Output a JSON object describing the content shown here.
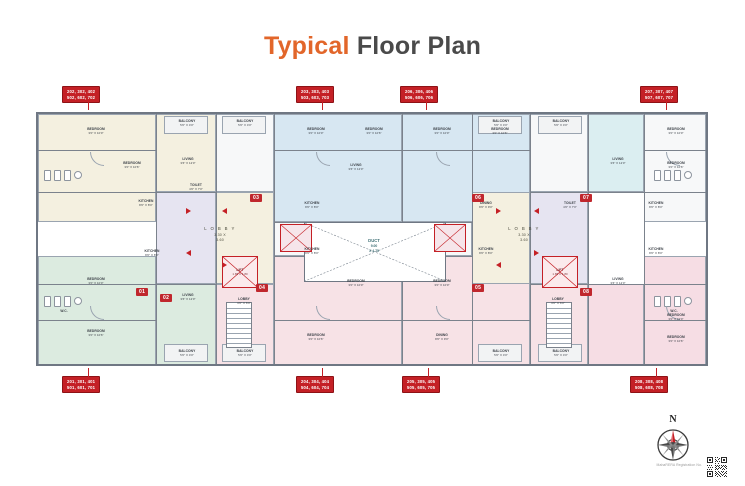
{
  "page": {
    "title_part1": "Typical",
    "title_part2": "Floor Plan",
    "accent_color": "#e2662a",
    "title_color": "#4a4a4a",
    "plate_color": "#c42026"
  },
  "flat_plates": [
    {
      "id": "plate-top-left",
      "line1": "202, 302, 402",
      "line2": "502, 602, 702"
    },
    {
      "id": "plate-top-midleft",
      "line1": "203, 303, 403",
      "line2": "503, 603, 703"
    },
    {
      "id": "plate-top-midright",
      "line1": "206, 306, 406",
      "line2": "506, 606, 706"
    },
    {
      "id": "plate-top-right",
      "line1": "207, 307, 407",
      "line2": "507, 607, 707"
    },
    {
      "id": "plate-bottom-left",
      "line1": "201, 301, 401",
      "line2": "501, 601, 701"
    },
    {
      "id": "plate-bottom-midleft",
      "line1": "204, 304, 404",
      "line2": "504, 604, 704"
    },
    {
      "id": "plate-bottom-midright",
      "line1": "205, 305, 405",
      "line2": "505, 605, 705"
    },
    {
      "id": "plate-bottom-right",
      "line1": "208, 308, 408",
      "line2": "508, 608, 708"
    }
  ],
  "unit_badges": [
    {
      "id": "badge-01",
      "label": "01"
    },
    {
      "id": "badge-02",
      "label": "02"
    },
    {
      "id": "badge-03",
      "label": "03"
    },
    {
      "id": "badge-04",
      "label": "04"
    },
    {
      "id": "badge-05",
      "label": "05"
    },
    {
      "id": "badge-06",
      "label": "06"
    },
    {
      "id": "badge-07",
      "label": "07"
    },
    {
      "id": "badge-08",
      "label": "08"
    }
  ],
  "core": {
    "duct_label": "DUCT",
    "duct_dim1": "9.00",
    "duct_dim2": "X 4.75",
    "lobby_label": "L O B B Y",
    "lobby_dim1": "3.30 X",
    "lobby_dim2": "3.60",
    "lift_label": "LIFT",
    "lift_dim": "1.65 X 1.80"
  },
  "rooms": [
    {
      "name": "BEDROOM",
      "dim": "3'0\" X 10'0\""
    },
    {
      "name": "BEDROOM",
      "dim": "3'0\" X 10'6\""
    },
    {
      "name": "LIVING",
      "dim": "3'6\" X 12'0\""
    },
    {
      "name": "KITCHEN",
      "dim": "8'0\" X 8'0\""
    },
    {
      "name": "TOILET",
      "dim": "4'0\" X 7'0\""
    },
    {
      "name": "BALCONY",
      "dim": "5'0\" X 4'0\""
    },
    {
      "name": "DINING",
      "dim": "8'0\" X 9'0\""
    },
    {
      "name": "LOBBY",
      "dim": "3'0\" X 6'0\""
    },
    {
      "name": "W.C.",
      "dim": "3'0\" X 4'0\""
    }
  ],
  "compass": {
    "label": "N"
  },
  "footer": {
    "rera_text": "MahaRERA Registration No."
  }
}
